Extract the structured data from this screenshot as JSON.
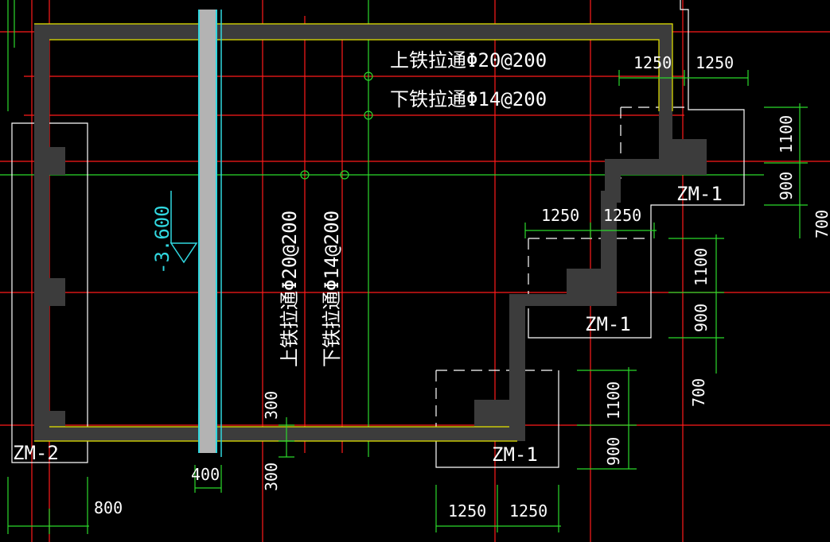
{
  "drawing": {
    "background_color": "#000000",
    "colors": {
      "axis": "#ff1a1a",
      "dimension": "#2bd92b",
      "outline": "#ffffff",
      "wall_fill": "#3c3c3c",
      "beam_fill": "#b3b3b3",
      "beam_edge": "#31d8e0",
      "inner_edge": "#e6e600"
    },
    "labels": {
      "top_rebar": "上铁拉通Φ20@200",
      "bottom_rebar": "下铁拉通Φ14@200",
      "vertical_top_rebar": "上铁拉通Φ20@200",
      "vertical_bottom_rebar": "下铁拉通Φ14@200",
      "elevation": "-3.600",
      "zm1_a": "ZM-1",
      "zm1_b": "ZM-1",
      "zm1_c": "ZM-1",
      "zm2": "ZM-2"
    },
    "dimensions": {
      "top_right_a": "1250",
      "top_right_b": "1250",
      "right_upper_1100": "1100",
      "right_upper_900": "900",
      "right_edge_700": "700",
      "mid_a": "1250",
      "mid_b": "1250",
      "mid_1100": "1100",
      "mid_900": "900",
      "mid_700": "700",
      "low_1100": "1100",
      "low_900": "900",
      "bottom_a": "1250",
      "bottom_b": "1250",
      "beam_width": "400",
      "left_300_top": "300",
      "left_300_bottom": "300",
      "left_800": "800"
    },
    "icons": {
      "axis_bubble": "circle-axis-marker-icon",
      "elevation_mark": "elevation-triangle-icon"
    }
  }
}
